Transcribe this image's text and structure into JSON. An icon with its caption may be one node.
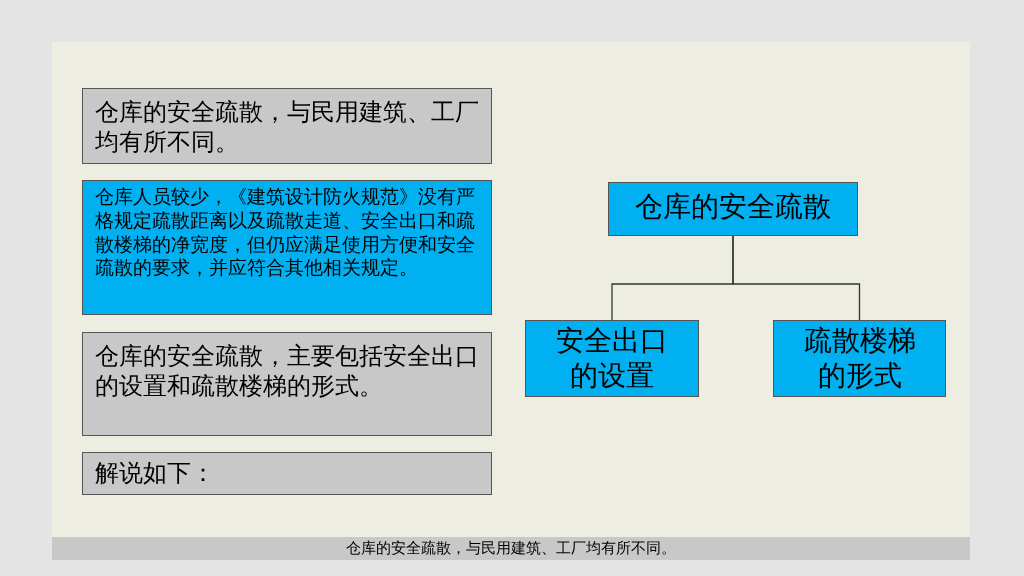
{
  "diagram": {
    "caption": "仓库的安全疏散，与民用建筑、工厂均有所不同。",
    "nodes": [
      {
        "text": [
          "仓库的安全疏散，与民用建筑、工厂均有所不同。"
        ]
      },
      {
        "text": [
          "仓库人员较少，《建筑设计防火规范》没有严格规定疏散距离以及疏散走道、安全出口和疏散楼梯的净宽度，但仍应满足使用方便和安全疏散的要求，并应符合其他相关规定。"
        ]
      },
      {
        "text": [
          "仓库的安全疏散，主要包括安全出口的设置和疏散楼梯的形式。"
        ]
      },
      {
        "text": [
          "解说如下："
        ]
      },
      {
        "text": [
          "仓库的安全疏散"
        ]
      },
      {
        "text": [
          "安全出口的设置"
        ]
      },
      {
        "text": [
          "疏散楼梯的形式"
        ]
      }
    ],
    "edges": [
      {
        "from": 4,
        "to": 5,
        "arrow": "none"
      },
      {
        "from": 4,
        "to": 6,
        "arrow": "none"
      }
    ]
  }
}
